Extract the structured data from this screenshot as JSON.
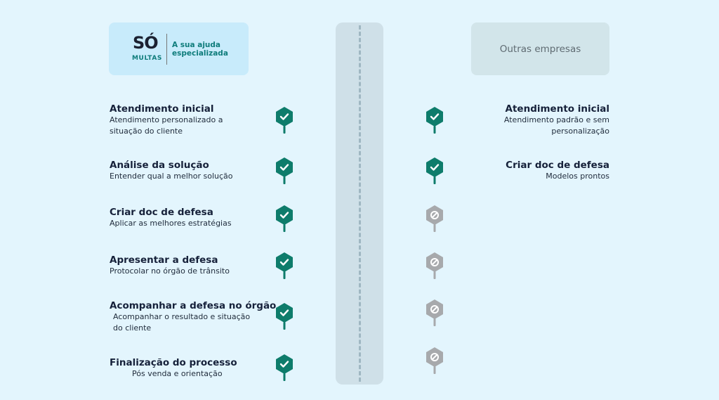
{
  "brand": {
    "logo_text": "SÓ",
    "logo_sub": "MULTAS",
    "tagline_line1": "A sua ajuda",
    "tagline_line2": "especializada"
  },
  "competitor": {
    "label": "Outras empresas"
  },
  "colors": {
    "check": "#0e7c6b",
    "blocked": "#a7a9ac",
    "brand_red": "#c0272d",
    "brand_teal": "#0e7c7b"
  },
  "left_items": [
    {
      "title": "Atendimento inicial",
      "desc_line1": "Atendimento personalizado a",
      "desc_line2": "situação do cliente"
    },
    {
      "title": "Análise da solução",
      "desc_line1": "Entender qual a melhor solução",
      "desc_line2": ""
    },
    {
      "title": "Criar doc de defesa",
      "desc_line1": "Aplicar as melhores estratégias",
      "desc_line2": ""
    },
    {
      "title": "Apresentar a defesa",
      "desc_line1": "Protocolar no órgão de trânsito",
      "desc_line2": ""
    },
    {
      "title": "Acompanhar a defesa no órgão",
      "desc_line1": "Acompanhar o resultado e situação",
      "desc_line2": "do cliente"
    },
    {
      "title": "Finalização do processo",
      "desc_line1": "Pós venda e orientação",
      "desc_line2": ""
    }
  ],
  "right_items": [
    {
      "title": "Atendimento inicial",
      "desc_line1": "Atendimento padrão e sem",
      "desc_line2": "personalização"
    },
    {
      "title": "Criar doc de defesa",
      "desc_line1": "Modelos prontos",
      "desc_line2": ""
    }
  ],
  "left_status": [
    "check-icon",
    "check-icon",
    "check-icon",
    "check-icon",
    "check-icon",
    "check-icon"
  ],
  "right_status": [
    "check-icon",
    "check-icon",
    "blocked-icon",
    "blocked-icon",
    "blocked-icon",
    "blocked-icon"
  ]
}
